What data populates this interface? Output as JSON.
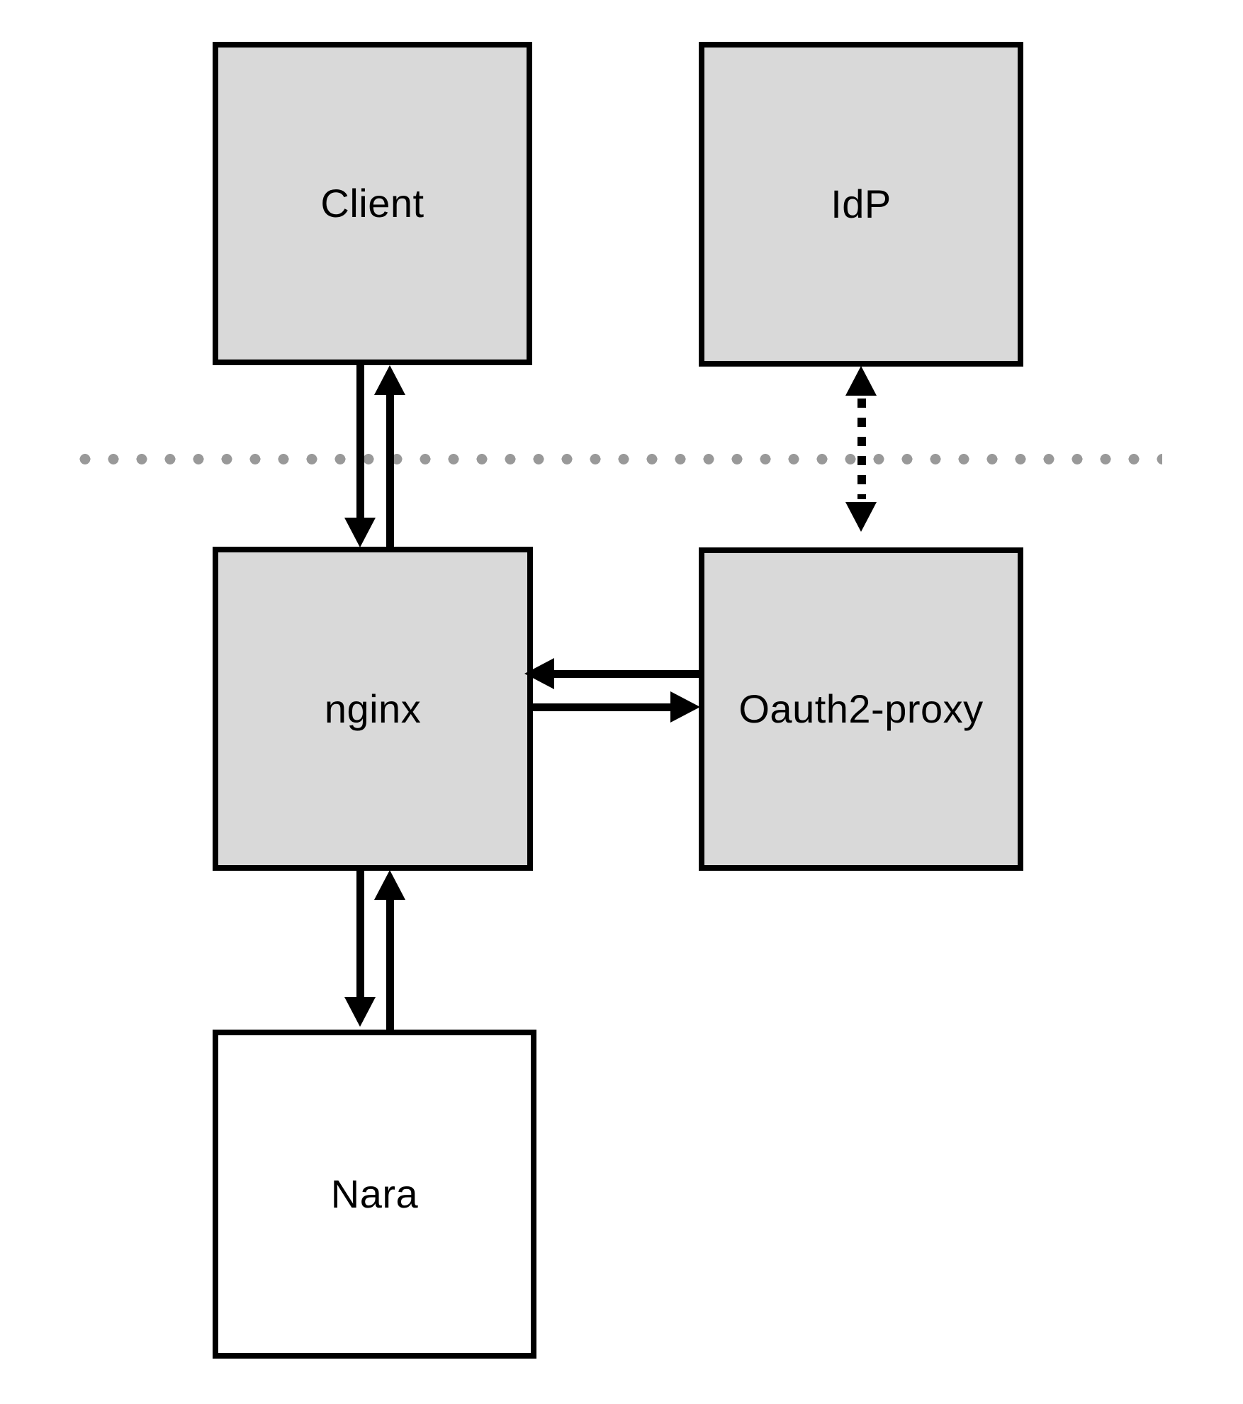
{
  "diagram": {
    "nodes": {
      "client": {
        "label": "Client",
        "fill": "#d9d9d9"
      },
      "idp": {
        "label": "IdP",
        "fill": "#d9d9d9"
      },
      "nginx": {
        "label": "nginx",
        "fill": "#d9d9d9"
      },
      "oauth2_proxy": {
        "label": "Oauth2-proxy",
        "fill": "#d9d9d9"
      },
      "nara": {
        "label": "Nara",
        "fill": "#ffffff"
      }
    },
    "edges": [
      {
        "from": "Client",
        "to": "nginx",
        "style": "solid",
        "direction": "one-way"
      },
      {
        "from": "nginx",
        "to": "Client",
        "style": "solid",
        "direction": "one-way"
      },
      {
        "from": "Oauth2-proxy",
        "to": "nginx",
        "style": "solid",
        "direction": "one-way"
      },
      {
        "from": "nginx",
        "to": "Oauth2-proxy",
        "style": "solid",
        "direction": "one-way"
      },
      {
        "from": "nginx",
        "to": "Nara",
        "style": "solid",
        "direction": "one-way"
      },
      {
        "from": "Nara",
        "to": "nginx",
        "style": "solid",
        "direction": "one-way"
      },
      {
        "from": "IdP",
        "to": "Oauth2-proxy",
        "style": "dashed",
        "direction": "two-way"
      }
    ],
    "separator": {
      "orientation": "horizontal",
      "style": "dotted",
      "color": "#999999"
    },
    "colors": {
      "node_border": "#000000",
      "arrow": "#000000",
      "background": "#ffffff"
    }
  }
}
